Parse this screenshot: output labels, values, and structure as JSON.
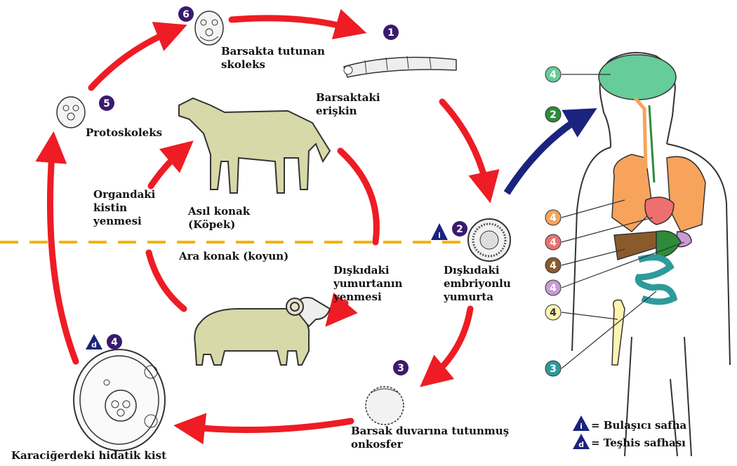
{
  "labels": {
    "stage6": "Barsakta tutunan\nskoleks",
    "stage1": "Barsaktaki\nerişkin",
    "stage5": "Protoskoleks",
    "ingest_cyst": "Organdaki\nkistin\nyenmesi",
    "definitive_host": "Asıl konak\n(Köpek)",
    "intermediate_host": "Ara konak (koyun)",
    "ingest_egg": "Dışkıdaki\nyumurtanın\nyenmesi",
    "stage2": "Dışkıdaki\nembriyonlu\nyumurta",
    "stage3": "Barsak duvarına tutunmuş\nonkosfer",
    "stage4": "Karaciğerdeki hidatik kist"
  },
  "stage_numbers": {
    "s1": "1",
    "s2": "2",
    "s3": "3",
    "s4": "4",
    "s5": "5",
    "s6": "6"
  },
  "body_markers": [
    {
      "num": "4",
      "color": "#66cc99",
      "organ": "brain"
    },
    {
      "num": "2",
      "color": "#2e8b3a",
      "organ": "entry"
    },
    {
      "num": "4",
      "color": "#f7a35c",
      "organ": "lung"
    },
    {
      "num": "4",
      "color": "#ef6f6f",
      "organ": "heart"
    },
    {
      "num": "4",
      "color": "#8b5a2b",
      "organ": "liver"
    },
    {
      "num": "4",
      "color": "#c99ad6",
      "organ": "spleen"
    },
    {
      "num": "4",
      "color": "#fff3b0",
      "organ": "bone"
    },
    {
      "num": "3",
      "color": "#2e9a9a",
      "organ": "intestine"
    }
  ],
  "legend": {
    "infective": "= Bulaşıcı safha",
    "diagnostic": "= Teşhis safhası",
    "infective_glyph": "i",
    "diagnostic_glyph": "d"
  },
  "colors": {
    "cycle_arrow": "#ee1c24",
    "blue_arrow": "#1a237e",
    "number_badge": "#3a1a6e",
    "dashed_line": "#f2b400",
    "brain": "#66cc99",
    "lung": "#f7a35c",
    "heart": "#ef6f6f",
    "liver": "#8b5a2b",
    "spleen": "#c99ad6",
    "intestine": "#2e9a9a",
    "bone": "#fff3b0",
    "stomach": "#2e8b3a",
    "animal": "#d7d9a8"
  }
}
